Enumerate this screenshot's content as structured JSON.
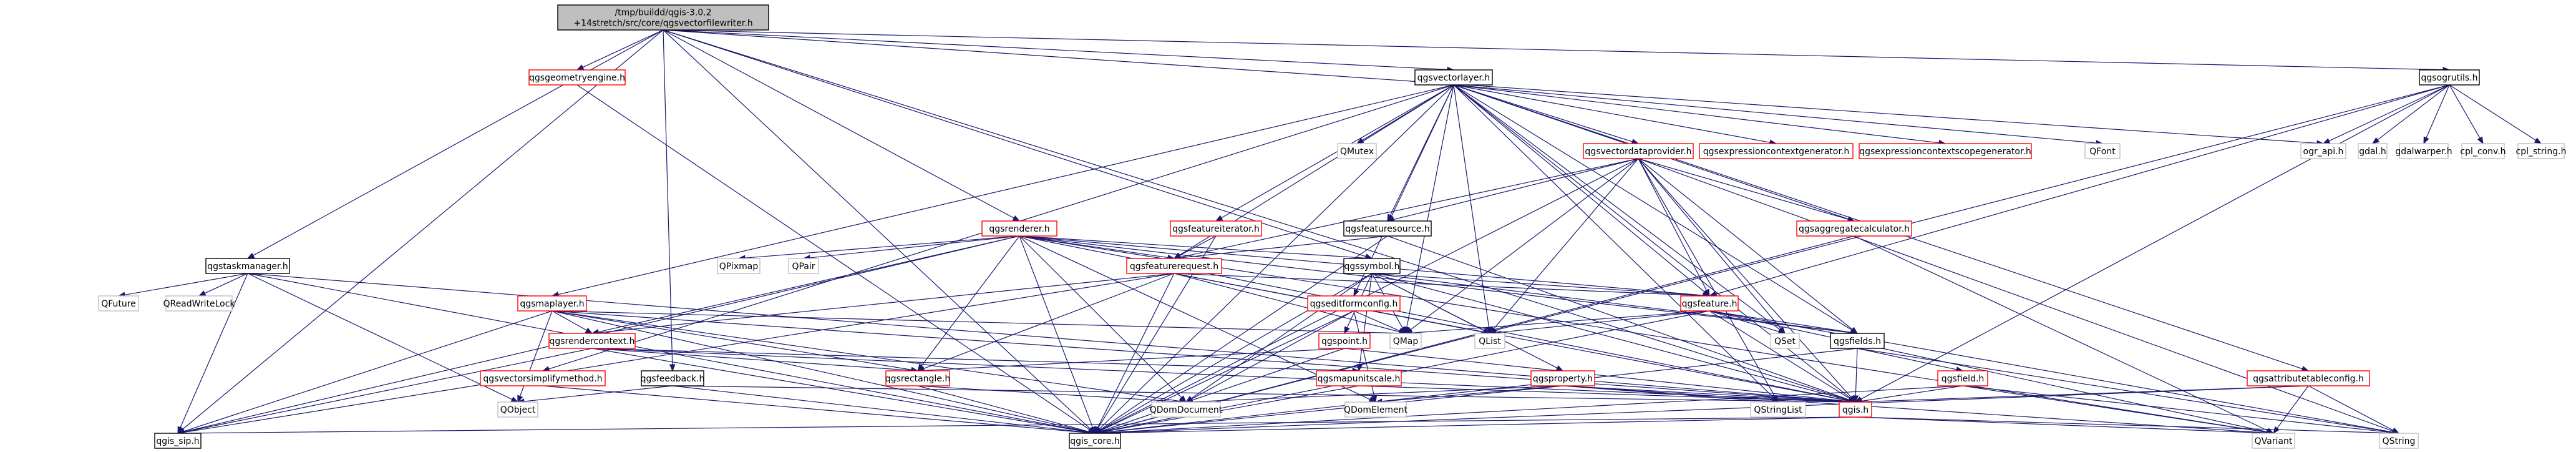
{
  "colors": {
    "edge": "#191970",
    "root_fill": "#bfbfbf",
    "node_fill": "#ffffff",
    "linked_border": "#ff0000",
    "plain_border": "#bfbfbf",
    "text": "#000000"
  },
  "nodes": [
    {
      "id": "root",
      "lines": [
        "/tmp/buildd/qgis-3.0.2",
        "+14stretch/src/core/qgsvectorfilewriter.h"
      ],
      "style": "root"
    },
    {
      "id": "qgsgeometryengine",
      "lines": [
        "qgsgeometryengine.h"
      ],
      "style": "linked"
    },
    {
      "id": "qgsvectorlayer",
      "lines": [
        "qgsvectorlayer.h"
      ],
      "style": "normal"
    },
    {
      "id": "qgsogrutils",
      "lines": [
        "qgsogrutils.h"
      ],
      "style": "normal"
    },
    {
      "id": "qgsrenderer",
      "lines": [
        "qgsrenderer.h"
      ],
      "style": "linked"
    },
    {
      "id": "qmutex",
      "lines": [
        "QMutex"
      ],
      "style": "plain"
    },
    {
      "id": "qgsvectordataprovider",
      "lines": [
        "qgsvectordataprovider.h"
      ],
      "style": "linked"
    },
    {
      "id": "qgsexprctxgen",
      "lines": [
        "qgsexpressioncontextgenerator.h"
      ],
      "style": "linked"
    },
    {
      "id": "qgsexprctxscopegen",
      "lines": [
        "qgsexpressioncontextscopegenerator.h"
      ],
      "style": "linked"
    },
    {
      "id": "qfont",
      "lines": [
        "QFont"
      ],
      "style": "plain"
    },
    {
      "id": "ogr_api",
      "lines": [
        "ogr_api.h"
      ],
      "style": "plain"
    },
    {
      "id": "gdal",
      "lines": [
        "gdal.h"
      ],
      "style": "plain"
    },
    {
      "id": "gdalwarper",
      "lines": [
        "gdalwarper.h"
      ],
      "style": "plain"
    },
    {
      "id": "cpl_conv",
      "lines": [
        "cpl_conv.h"
      ],
      "style": "plain"
    },
    {
      "id": "cpl_string",
      "lines": [
        "cpl_string.h"
      ],
      "style": "plain"
    },
    {
      "id": "qgsfeatureiterator",
      "lines": [
        "qgsfeatureiterator.h"
      ],
      "style": "linked"
    },
    {
      "id": "qgsfeaturesource",
      "lines": [
        "qgsfeaturesource.h"
      ],
      "style": "normal"
    },
    {
      "id": "qgsaggregatecalculator",
      "lines": [
        "qgsaggregatecalculator.h"
      ],
      "style": "linked"
    },
    {
      "id": "qgstaskmanager",
      "lines": [
        "qgstaskmanager.h"
      ],
      "style": "normal"
    },
    {
      "id": "qpixmap",
      "lines": [
        "QPixmap"
      ],
      "style": "plain"
    },
    {
      "id": "qpair",
      "lines": [
        "QPair"
      ],
      "style": "plain"
    },
    {
      "id": "qgsfeaturerequest",
      "lines": [
        "qgsfeaturerequest.h"
      ],
      "style": "linked"
    },
    {
      "id": "qgssymbol",
      "lines": [
        "qgssymbol.h"
      ],
      "style": "normal"
    },
    {
      "id": "qfuture",
      "lines": [
        "QFuture"
      ],
      "style": "plain"
    },
    {
      "id": "qreadwritelock",
      "lines": [
        "QReadWriteLock"
      ],
      "style": "plain"
    },
    {
      "id": "qgsmaplayer",
      "lines": [
        "qgsmaplayer.h"
      ],
      "style": "linked"
    },
    {
      "id": "qgseditformconfig",
      "lines": [
        "qgseditformconfig.h"
      ],
      "style": "linked"
    },
    {
      "id": "qgsfeature",
      "lines": [
        "qgsfeature.h"
      ],
      "style": "linked"
    },
    {
      "id": "qmap",
      "lines": [
        "QMap"
      ],
      "style": "plain"
    },
    {
      "id": "qlist",
      "lines": [
        "QList"
      ],
      "style": "plain"
    },
    {
      "id": "qset",
      "lines": [
        "QSet"
      ],
      "style": "plain"
    },
    {
      "id": "qgsfields",
      "lines": [
        "qgsfields.h"
      ],
      "style": "normal"
    },
    {
      "id": "qgsrendercontext",
      "lines": [
        "qgsrendercontext.h"
      ],
      "style": "linked"
    },
    {
      "id": "qgspoint",
      "lines": [
        "qgspoint.h"
      ],
      "style": "linked"
    },
    {
      "id": "qgsvectorsimplifymethod",
      "lines": [
        "qgsvectorsimplifymethod.h"
      ],
      "style": "linked"
    },
    {
      "id": "qgsfeedback",
      "lines": [
        "qgsfeedback.h"
      ],
      "style": "normal"
    },
    {
      "id": "qgsrectangle",
      "lines": [
        "qgsrectangle.h"
      ],
      "style": "linked"
    },
    {
      "id": "qgsmapunitscale",
      "lines": [
        "qgsmapunitscale.h"
      ],
      "style": "linked"
    },
    {
      "id": "qgsproperty",
      "lines": [
        "qgsproperty.h"
      ],
      "style": "linked"
    },
    {
      "id": "qgsfield",
      "lines": [
        "qgsfield.h"
      ],
      "style": "linked"
    },
    {
      "id": "qgsattributetableconfig",
      "lines": [
        "qgsattributetableconfig.h"
      ],
      "style": "linked"
    },
    {
      "id": "qobject",
      "lines": [
        "QObject"
      ],
      "style": "plain"
    },
    {
      "id": "qdomdocument",
      "lines": [
        "QDomDocument"
      ],
      "style": "plain"
    },
    {
      "id": "qdomelement",
      "lines": [
        "QDomElement"
      ],
      "style": "plain"
    },
    {
      "id": "qstringlist",
      "lines": [
        "QStringList"
      ],
      "style": "plain"
    },
    {
      "id": "qgis",
      "lines": [
        "qgis.h"
      ],
      "style": "linked"
    },
    {
      "id": "qgis_sip",
      "lines": [
        "qgis_sip.h"
      ],
      "style": "normal"
    },
    {
      "id": "qgis_core",
      "lines": [
        "qgis_core.h"
      ],
      "style": "normal"
    },
    {
      "id": "qvariant",
      "lines": [
        "QVariant"
      ],
      "style": "plain"
    },
    {
      "id": "qstring",
      "lines": [
        "QString"
      ],
      "style": "plain"
    }
  ]
}
